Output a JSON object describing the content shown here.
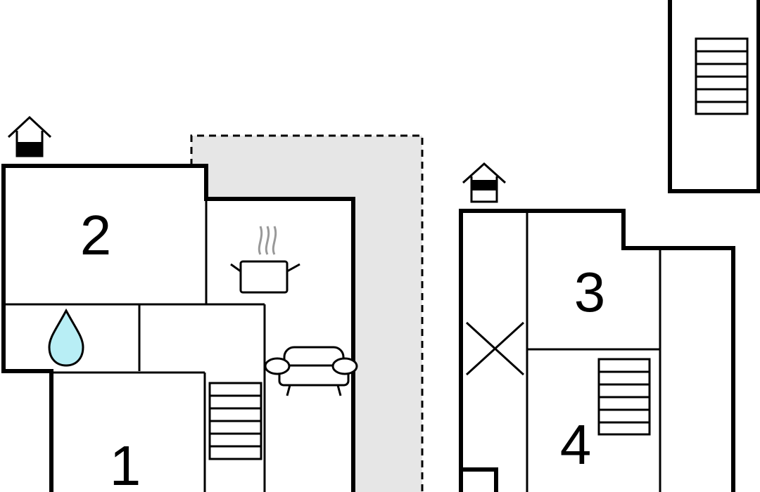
{
  "rooms": [
    {
      "id": "room-1",
      "number": "1"
    },
    {
      "id": "room-2",
      "number": "2"
    },
    {
      "id": "room-3",
      "number": "3"
    },
    {
      "id": "room-4",
      "number": "4"
    }
  ],
  "icons": {
    "entrance": "house-entrance-icon",
    "kitchen": "cooking-pot-icon",
    "bathroom": "water-drop-icon",
    "living": "sofa-icon",
    "stairs": "stairs-icon"
  },
  "colors": {
    "wall": "#000000",
    "terrace": "#e6e6e6",
    "water": "#b8eef5"
  }
}
